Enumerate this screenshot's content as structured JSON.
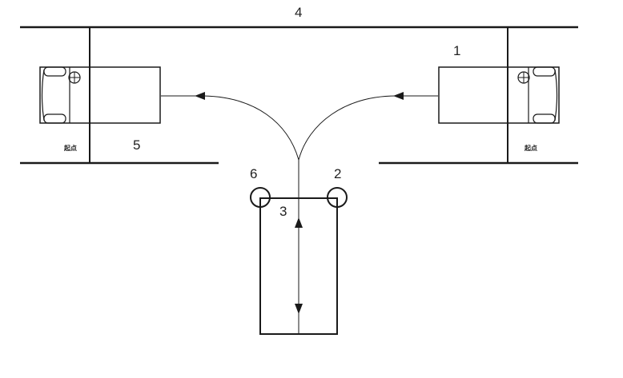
{
  "labels": {
    "road": "4",
    "car_right": "1",
    "stop_left": "5",
    "turntable": "3",
    "post_right": "2",
    "post_left": "6"
  },
  "markings": {
    "left_zone": "起点",
    "right_zone": "起点"
  },
  "colors": {
    "line": "#1a1a1a",
    "background": "#ffffff"
  }
}
